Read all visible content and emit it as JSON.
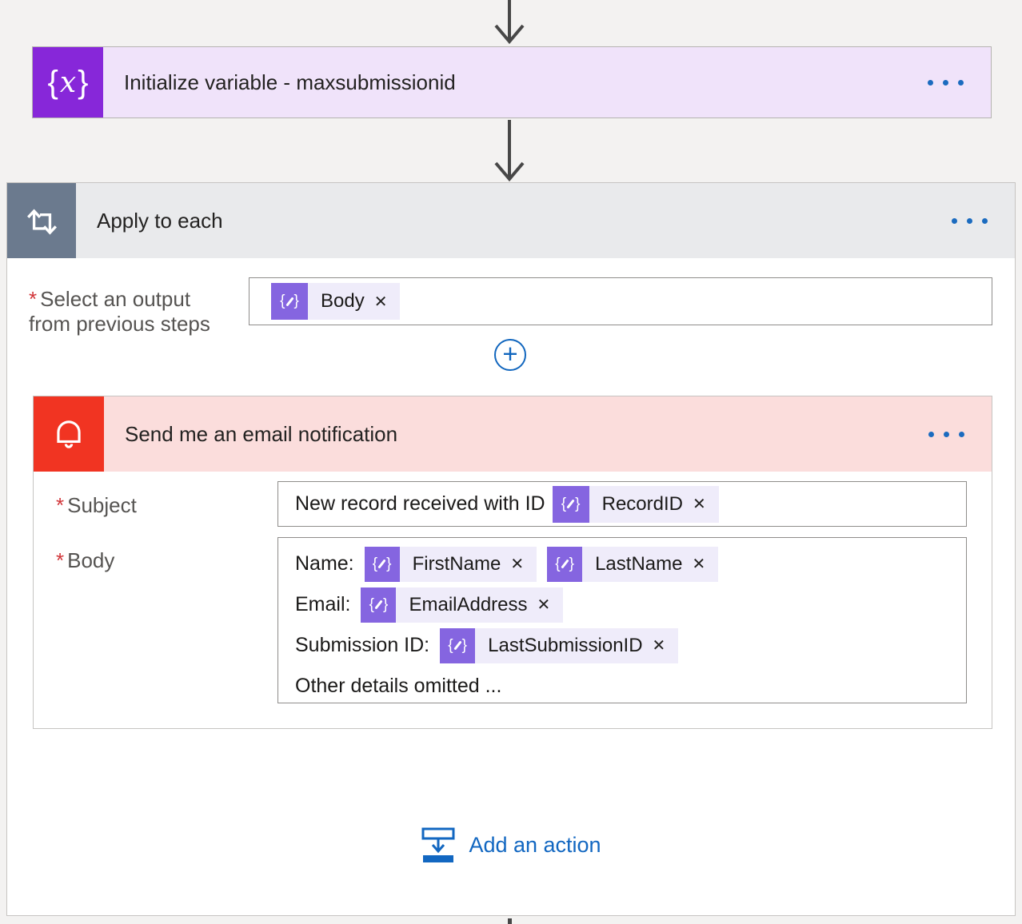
{
  "colors": {
    "accent_blue": "#1267c1",
    "variable_purple": "#8727d9",
    "variable_card_bg": "#f0e3fa",
    "token_purple": "#8565e0",
    "token_bg": "#efecfa",
    "email_red": "#f13422",
    "email_header_bg": "#fbdddc",
    "loop_slate": "#6b7a8e",
    "scope_header_bg": "#e9eaec",
    "canvas_bg": "#f3f2f1",
    "required_red": "#d13438"
  },
  "initialize_card": {
    "title": "Initialize variable - maxsubmissionid",
    "icon": "variable-braces-x"
  },
  "apply_to_each": {
    "title": "Apply to each",
    "select_output": {
      "required_marker": "*",
      "label_line1": "Select an output",
      "label_line2": "from previous steps",
      "tokens": [
        {
          "label": "Body"
        }
      ]
    },
    "add_case_glyph": "+"
  },
  "email_card": {
    "title": "Send me an email notification",
    "subject": {
      "required_marker": "*",
      "label": "Subject",
      "text_before_token": "New record received with ID",
      "token": {
        "label": "RecordID"
      }
    },
    "body": {
      "required_marker": "*",
      "label": "Body",
      "lines": [
        {
          "prefix": "Name:",
          "tokens": [
            {
              "label": "FirstName"
            },
            {
              "label": "LastName"
            }
          ]
        },
        {
          "prefix": "Email:",
          "tokens": [
            {
              "label": "EmailAddress"
            }
          ]
        },
        {
          "prefix": "Submission ID:",
          "tokens": [
            {
              "label": "LastSubmissionID"
            }
          ]
        },
        {
          "prefix": "Other details omitted ...",
          "tokens": []
        }
      ]
    }
  },
  "add_action": {
    "label": "Add an action"
  },
  "glyphs": {
    "token_remove": "✕"
  }
}
